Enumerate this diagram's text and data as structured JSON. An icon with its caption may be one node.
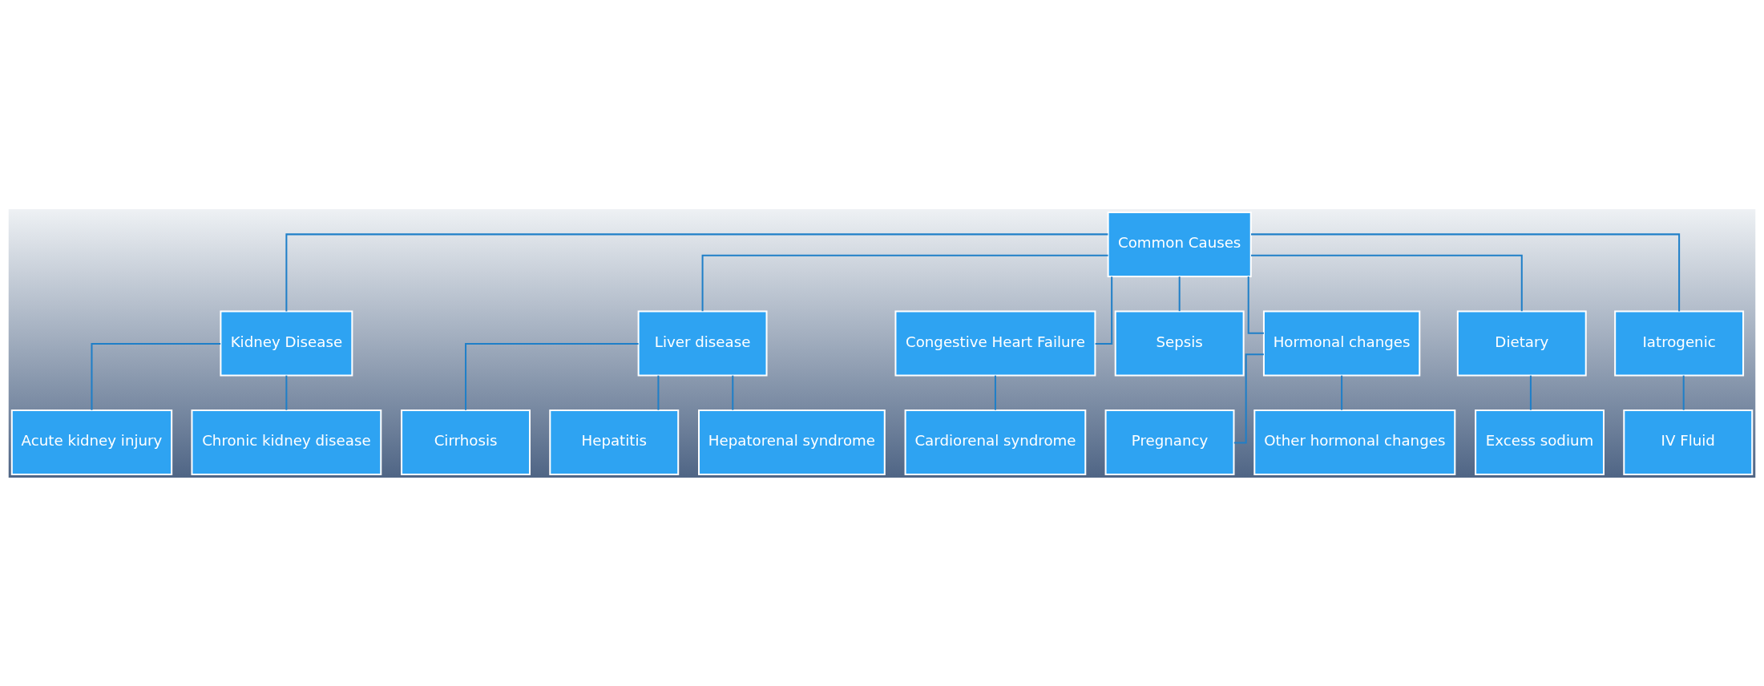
{
  "diagram": {
    "nodes": [
      {
        "text": [
          "Common Causes"
        ]
      },
      {
        "text": [
          "Kidney Disease"
        ]
      },
      {
        "text": [
          "Liver disease"
        ]
      },
      {
        "text": [
          "Congestive Heart Failure"
        ]
      },
      {
        "text": [
          "Sepsis"
        ]
      },
      {
        "text": [
          "Hormonal changes"
        ]
      },
      {
        "text": [
          "Dietary"
        ]
      },
      {
        "text": [
          "Iatrogenic"
        ]
      },
      {
        "text": [
          "Acute kidney injury"
        ]
      },
      {
        "text": [
          "Chronic kidney disease"
        ]
      },
      {
        "text": [
          "Cirrhosis"
        ]
      },
      {
        "text": [
          "Hepatitis"
        ]
      },
      {
        "text": [
          "Hepatorenal syndrome"
        ]
      },
      {
        "text": [
          "Cardiorenal syndrome"
        ]
      },
      {
        "text": [
          "Pregnancy"
        ]
      },
      {
        "text": [
          "Other hormonal changes"
        ]
      },
      {
        "text": [
          "Excess sodium"
        ]
      },
      {
        "text": [
          "IV Fluid"
        ]
      }
    ],
    "edges": [
      {
        "from": 0,
        "to": 1,
        "arrow": "none"
      },
      {
        "from": 0,
        "to": 2,
        "arrow": "none"
      },
      {
        "from": 0,
        "to": 3,
        "arrow": "none"
      },
      {
        "from": 0,
        "to": 4,
        "arrow": "none"
      },
      {
        "from": 0,
        "to": 5,
        "arrow": "none"
      },
      {
        "from": 0,
        "to": 6,
        "arrow": "none"
      },
      {
        "from": 0,
        "to": 7,
        "arrow": "none"
      },
      {
        "from": 1,
        "to": 8,
        "arrow": "none"
      },
      {
        "from": 1,
        "to": 9,
        "arrow": "none"
      },
      {
        "from": 2,
        "to": 10,
        "arrow": "none"
      },
      {
        "from": 2,
        "to": 11,
        "arrow": "none"
      },
      {
        "from": 2,
        "to": 12,
        "arrow": "none"
      },
      {
        "from": 3,
        "to": 13,
        "arrow": "none"
      },
      {
        "from": 5,
        "to": 14,
        "arrow": "none"
      },
      {
        "from": 5,
        "to": 15,
        "arrow": "none"
      },
      {
        "from": 6,
        "to": 16,
        "arrow": "none"
      },
      {
        "from": 7,
        "to": 17,
        "arrow": "none"
      }
    ]
  }
}
